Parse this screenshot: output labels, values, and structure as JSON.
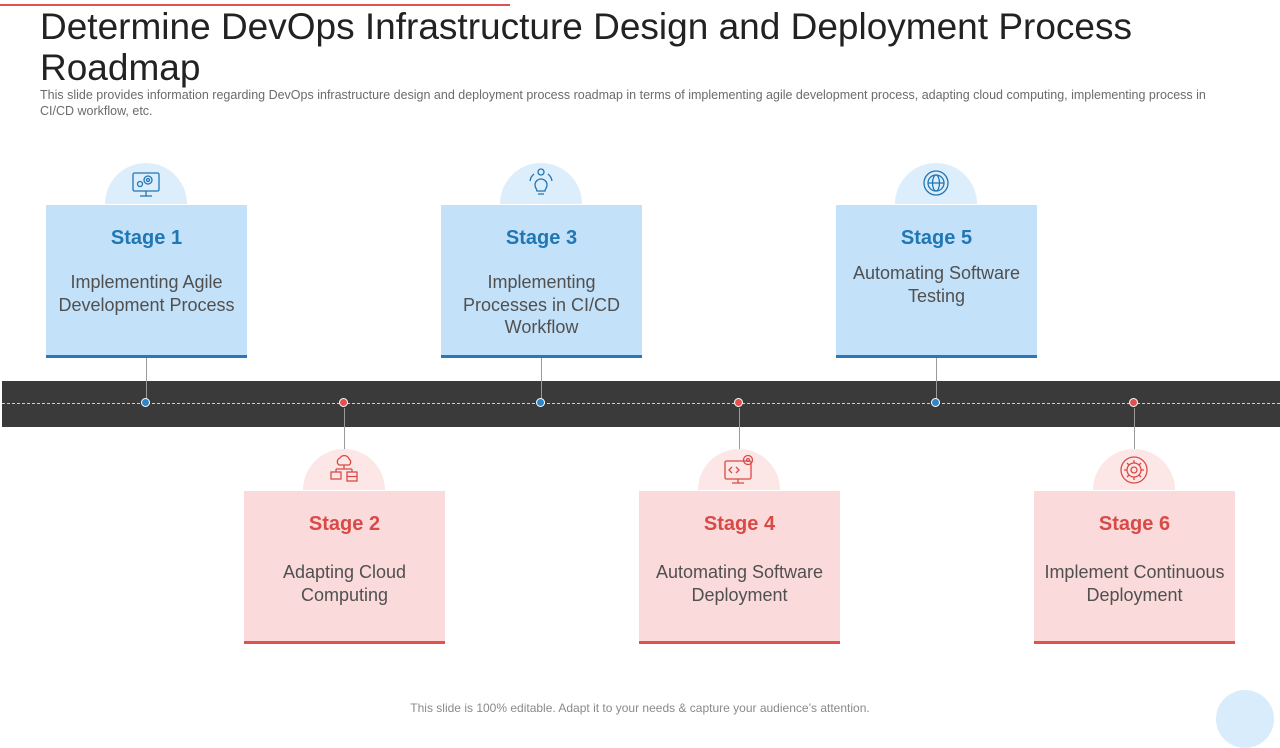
{
  "slide": {
    "title": "Determine DevOps Infrastructure Design and Deployment Process Roadmap",
    "subtitle": "This slide provides information regarding DevOps infrastructure design and deployment process roadmap in terms of implementing agile development process, adapting cloud computing, implementing process in CI/CD workflow,  etc.",
    "footer": "This slide is 100% editable. Adapt it to your needs & capture your audience’s attention."
  },
  "colors": {
    "blue_card": "#c3e1f8",
    "blue_accent": "#2176b4",
    "red_card": "#fadada",
    "red_accent": "#d94a47",
    "road": "#3a3a3a"
  },
  "stages": [
    {
      "label": "Stage 1",
      "description": "Implementing Agile Development Process",
      "icon": "gear-monitor-icon",
      "position": "above"
    },
    {
      "label": "Stage 2",
      "description": "Adapting Cloud Computing",
      "icon": "cloud-network-icon",
      "position": "below"
    },
    {
      "label": "Stage 3",
      "description": "Implementing Processes in CI/CD Workflow",
      "icon": "lightbulb-cycle-icon",
      "position": "above"
    },
    {
      "label": "Stage 4",
      "description": "Automating Software Deployment",
      "icon": "code-monitor-icon",
      "position": "below"
    },
    {
      "label": "Stage 5",
      "description": "Automating Software Testing",
      "icon": "globe-icon",
      "position": "above"
    },
    {
      "label": "Stage 6",
      "description": "Implement Continuous Deployment",
      "icon": "gear-circle-icon",
      "position": "below"
    }
  ]
}
